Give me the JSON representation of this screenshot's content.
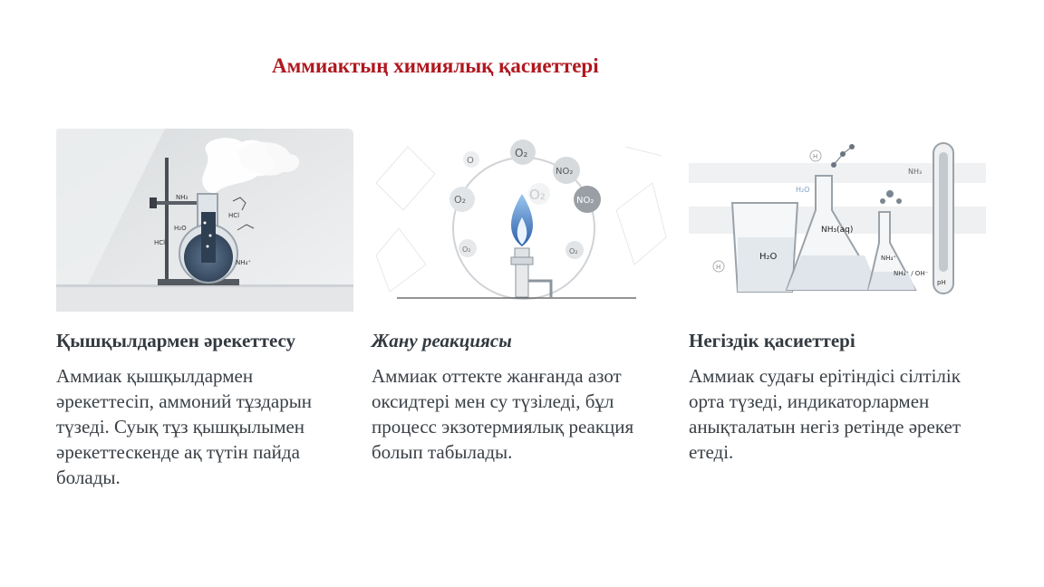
{
  "slide": {
    "title": "Аммиактың химиялық қасиеттері"
  },
  "cards": [
    {
      "heading": "Қышқылдармен әрекеттесу",
      "body": "Аммиак қышқылдармен әрекеттесіп, аммоний тұздарын түзеді. Суық тұз қышқылымен әрекеттескенде ақ түтін пайда болады.",
      "image": {
        "icon": "flask-with-smoke-illustration",
        "labels": [
          "NH₃",
          "HCl",
          "H₂O",
          "NH₄⁺",
          "HCl"
        ]
      }
    },
    {
      "heading": "Жану реакциясы",
      "body": "Аммиак оттекте жанғанда азот оксидтері мен су түзіледі, бұл процесс экзотермиялық реакция болып табылады.",
      "image": {
        "icon": "burner-flame-illustration",
        "labels": [
          "O₂",
          "O",
          "NO₂",
          "O₂",
          "O₂",
          "NO₂",
          "O₂",
          "O₂"
        ]
      }
    },
    {
      "heading": "Негіздік қасиеттері",
      "body": "Аммиак судағы ерітіндісі сілтілік орта түзеді, индикаторлармен анықталатын негіз ретінде әрекет етеді.",
      "image": {
        "icon": "beakers-ph-illustration",
        "labels": [
          "H₂O",
          "NH₃(aq)",
          "NH₄⁺",
          "NH₄⁺ / OH⁻",
          "pH",
          "NH₃",
          "H₂O",
          "H",
          "H"
        ]
      }
    }
  ]
}
